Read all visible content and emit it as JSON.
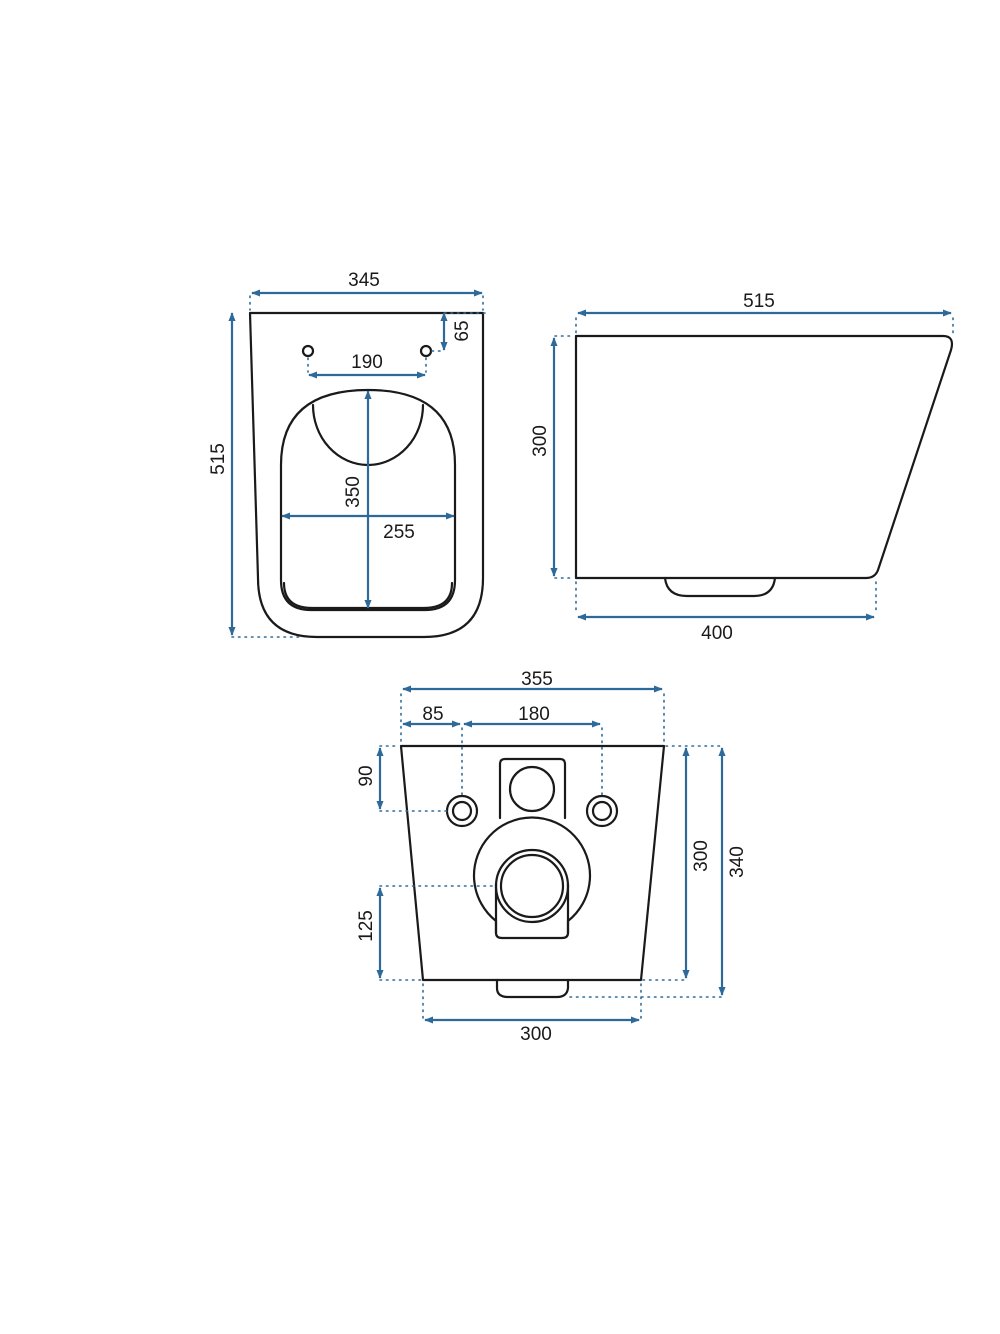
{
  "colors": {
    "background": "#ffffff",
    "outline": "#1a1a1a",
    "dimension_line": "#2e6a99"
  },
  "top_view": {
    "width": "345",
    "depth": "515",
    "hole_to_back": "65",
    "hole_spacing": "190",
    "bowl_width": "255",
    "bowl_length": "350"
  },
  "side_view": {
    "length": "515",
    "height": "300",
    "base_length": "400"
  },
  "back_view": {
    "top_width": "355",
    "bolt_offset": "85",
    "bolt_spacing": "180",
    "bolt_height": "90",
    "outlet_height": "125",
    "height": "300",
    "total_height": "340",
    "bottom_width": "300"
  }
}
